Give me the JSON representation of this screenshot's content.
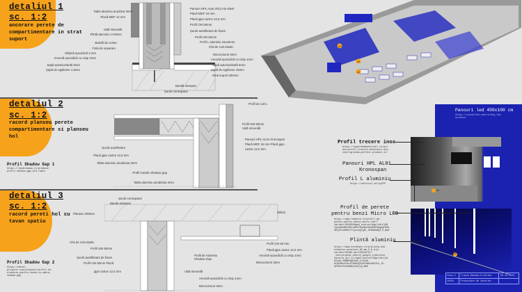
{
  "details": [
    {
      "title": "detaliul 1",
      "scale": "sc. 1:2",
      "subtitle": "ancorare perete de compartimentare in strat suport",
      "labels_left": [
        "Tabla aluminiu anodizat 3mm",
        "Placă MDF 12 mm",
        "Vată minerală",
        "Plintă aluminiu H 60mm",
        "Bandă de contur",
        "Folia de separare",
        "Rășină epoxidică 3 mm",
        "Amorsă epoxidică cu nisip 1mm",
        "Șapă autonivelantă 5mm",
        "Șapă de egalizare 1.5mm"
      ],
      "labels_bottom": [
        "Bandă etanșare",
        "Șurub conexpand"
      ],
      "labels_right": [
        "Panouri HPL Arpa 2012 Alu-Steel",
        "Placă MDF 16 mm",
        "Placă gips carton 12,5 mm",
        "Profil CW 50mm",
        "Șurub autofiletant de fixare",
        "Profil UW 50mm",
        "Profil L aluminiu 15x15mm",
        "Chit de rost elastic",
        "Microciment 3mm",
        "Amorsă epoxidică cu nisip 1mm",
        "Șapă autonivelantă 5mm",
        "Șapă de egalizare 15mm",
        "Strat suport 200mm"
      ]
    },
    {
      "title": "detaliul 2",
      "scale": "sc. 1:2",
      "subtitle": "racord planseu perete compartimentare si planseu hol",
      "profile_name": "Profil Shadow Gap 1",
      "profile_url": "https://luminteaaa.ro/produse/\nprofil-shadow-gap-alb-lumin",
      "labels_left": [
        "Șurub autofiletant",
        "Placă gips carton 12,5 mm",
        "Tabla aluminiu anodizata 3mm",
        "Profil metalic Shadow gap",
        "Tabla aluminiu anodizata 3mm"
      ],
      "labels_right": [
        "Profil de colt L",
        "Profil UW 50mm",
        "Vată minerală",
        "Panouri HPL AL01 Kronospan",
        "Placă MDF 16 mm Placă gips",
        "carton 12,5 mm"
      ]
    },
    {
      "title": "detaliul 3",
      "scale": "sc. 1:2",
      "subtitle": "racord pereti hol cu tavan spatiu",
      "profile_name": "Profil Shadow Gap 2",
      "profile_url": "https://metal-\nprojects.com/products/profil-de-\naluminiu-pentru-tavan-cu-umbra-\nshadow-gap",
      "labels_left": [
        "Șurub conexpand",
        "Banda etanșare",
        "Planșeu 200mm",
        "Chit de rost elastic",
        "Profil UW 50mm",
        "Șurub autofiletant de fixare",
        "Profil CW 50mm Placă",
        "gips carton 12,5 mm"
      ],
      "labels_mid": [
        "Profil de Aluminiu",
        "Shadow Gap",
        "Vată minerală",
        "Amorsă epoxidică cu nisip 1mm",
        "Microciment 3mm"
      ],
      "labels_right": [
        "Dibluri",
        "Profil CW 50 mm",
        "Placă gips carton 12,5 mm",
        "Amorsă epoxidică cu nisip 1mm",
        "Microciment 3mm"
      ]
    }
  ],
  "render_markers": [
    "d3",
    "d1",
    "d2"
  ],
  "right": {
    "led": {
      "title": "Panouri led 450x100 cm",
      "url": "https://visualled.com/ro/big-led-\nscreens/"
    },
    "inox": {
      "title": "Profil trecere inox",
      "url": "https://superbedmaterials.ro/pro\ndus/profil-trecere-decorativ-din-\ninox/oglinda-perfect-product-it/"
    },
    "hpl": {
      "title": "Panouri HPL AL01",
      "title2": "Kronospan"
    },
    "lprof": {
      "title": "Profil L aluminiu",
      "url": "https://shorturl.at/kyZFP"
    },
    "microled": {
      "title": "Profil de perete",
      "title2": "pentru benzi Micro LED",
      "url": "https://www.ledwork.ro/profil-de-\nperete-pentru-benzi-micro-led/?\nvariant=3940048gad_source=1&gclid=Cj0K\nCQiA4KnBhCARIsAMzFSbdKafK5q0Gf8bgbQrR0b\n3Ey20i1DbMzfl1yuu4QTgDr_OFwaEm9Q4-E_BwE"
    },
    "plinta": {
      "title": "Plintă aluminiu",
      "url": "https://www.hornbach.ro/p/plinta-din-\naluminiu-anodizat-60-mm-2-5-m/p/\nvariant=9428b-ma/10815070/?\n_source=paid_search_google_elasticse\nsa=aile-jut-is_bgad_source=1&gclid=Cjw\nKCAiA-G0BBhAQEiwA-jvI5a6-\nKCAE0Nu3C0u2f2Bk0Q3uDT0N6vOH2IFe_iS-\nwP0Cb4YhokBaBoCe0jcQ_BwE"
    },
    "marker1": "d1",
    "marker2": "d2"
  },
  "titleblock": {
    "rows": [
      [
        "Faza 2",
        "Trușcă Daiana-Cristina",
        "10.12.2024"
      ],
      [
        "2024/",
        "Proiectare de interior",
        ""
      ]
    ]
  },
  "colors": {
    "accent": "#f7a21b",
    "blue": "#1b22b0",
    "bg": "#e4e4e4"
  }
}
